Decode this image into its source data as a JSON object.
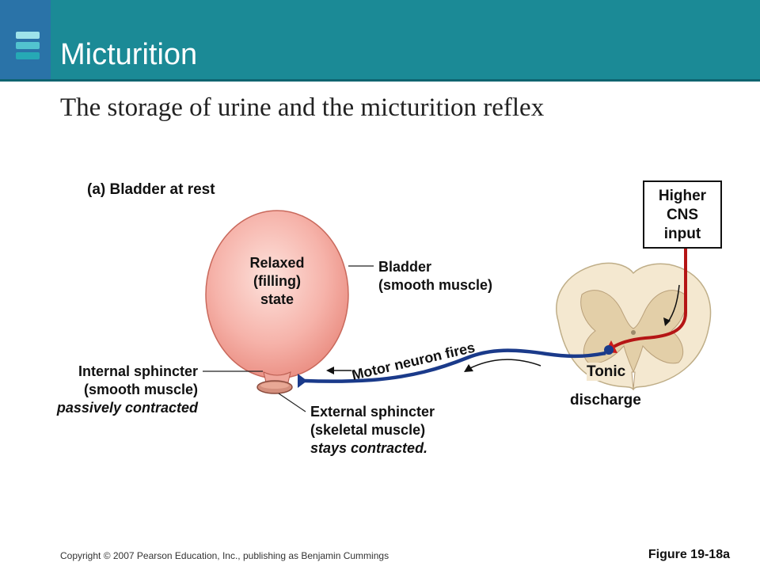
{
  "slide": {
    "title": "Micturition",
    "subtitle": "The storage of urine and the micturition reflex"
  },
  "figure": {
    "panel_label": "(a) Bladder at rest",
    "bladder_state": [
      "Relaxed",
      "(filling)",
      "state"
    ],
    "bladder_label": [
      "Bladder",
      "(smooth muscle)"
    ],
    "internal_sphincter": [
      "Internal sphincter",
      "(smooth muscle)",
      "passively contracted"
    ],
    "external_sphincter": [
      "External sphincter",
      "(skeletal muscle)",
      "stays contracted."
    ],
    "cns_input": [
      "Higher",
      "CNS",
      "input"
    ],
    "motor_neuron": "Motor neuron fires",
    "tonic": "Tonic",
    "discharge": "discharge"
  },
  "footer": {
    "copyright": "Copyright © 2007 Pearson Education, Inc., publishing as Benjamin Cummings",
    "figure_ref": "Figure 19-18a"
  },
  "colors": {
    "header": "#1b8a96",
    "bladder": "#f4a8a0",
    "neuron_blue": "#1a3a8a",
    "cns_red": "#c01818",
    "spinal_cord": "#f3e6cc"
  }
}
